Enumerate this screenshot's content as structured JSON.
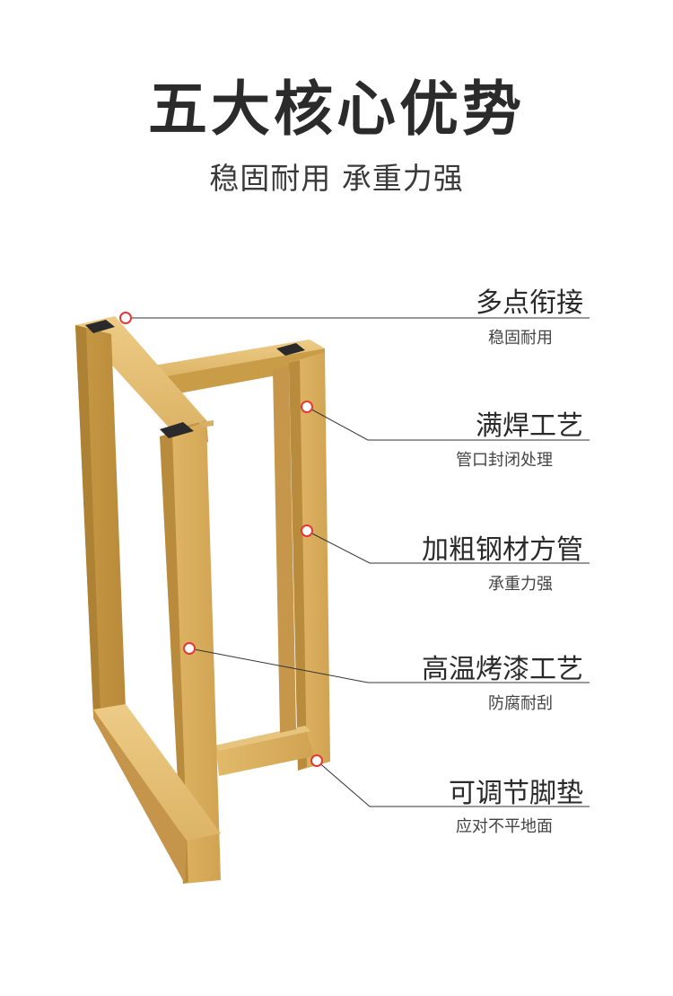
{
  "header": {
    "title": "五大核心优势",
    "subtitle": "稳固耐用 承重力强"
  },
  "colors": {
    "gold": "#D9AE5A",
    "marker_red": "#E53935"
  },
  "features": [
    {
      "title": "多点衔接",
      "subtitle": "稳固耐用"
    },
    {
      "title": "满焊工艺",
      "subtitle": "管口封闭处理"
    },
    {
      "title": "加粗钢材方管",
      "subtitle": "承重力强"
    },
    {
      "title": "高温烤漆工艺",
      "subtitle": "防腐耐刮"
    },
    {
      "title": "可调节脚垫",
      "subtitle": "应对不平地面"
    }
  ]
}
